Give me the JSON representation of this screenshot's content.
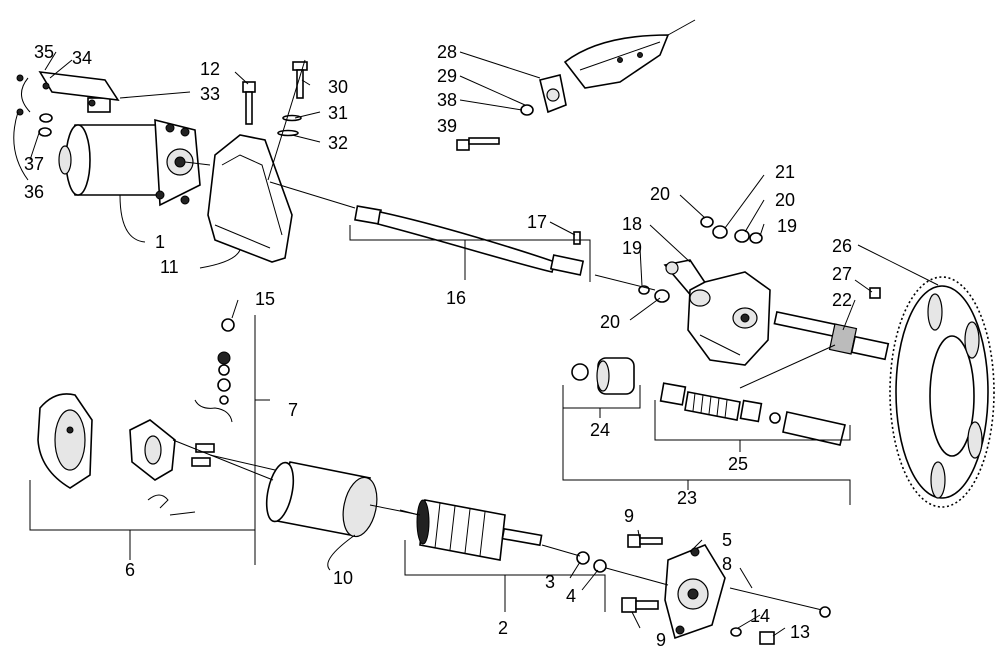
{
  "callouts": [
    {
      "id": "c35",
      "text": "35"
    },
    {
      "id": "c34",
      "text": "34"
    },
    {
      "id": "c33",
      "text": "33"
    },
    {
      "id": "c12",
      "text": "12"
    },
    {
      "id": "c30",
      "text": "30"
    },
    {
      "id": "c31",
      "text": "31"
    },
    {
      "id": "c32",
      "text": "32"
    },
    {
      "id": "c28",
      "text": "28"
    },
    {
      "id": "c29",
      "text": "29"
    },
    {
      "id": "c38",
      "text": "38"
    },
    {
      "id": "c39",
      "text": "39"
    },
    {
      "id": "c37",
      "text": "37"
    },
    {
      "id": "c36",
      "text": "36"
    },
    {
      "id": "c1",
      "text": "1"
    },
    {
      "id": "c11",
      "text": "11"
    },
    {
      "id": "c16",
      "text": "16"
    },
    {
      "id": "c17",
      "text": "17"
    },
    {
      "id": "c21",
      "text": "21"
    },
    {
      "id": "c20a",
      "text": "20"
    },
    {
      "id": "c20b",
      "text": "20"
    },
    {
      "id": "c18",
      "text": "18"
    },
    {
      "id": "c19a",
      "text": "19"
    },
    {
      "id": "c19b",
      "text": "19"
    },
    {
      "id": "c20c",
      "text": "20"
    },
    {
      "id": "c26",
      "text": "26"
    },
    {
      "id": "c27",
      "text": "27"
    },
    {
      "id": "c22",
      "text": "22"
    },
    {
      "id": "c15",
      "text": "15"
    },
    {
      "id": "c7",
      "text": "7"
    },
    {
      "id": "c24",
      "text": "24"
    },
    {
      "id": "c25",
      "text": "25"
    },
    {
      "id": "c23",
      "text": "23"
    },
    {
      "id": "c6",
      "text": "6"
    },
    {
      "id": "c10",
      "text": "10"
    },
    {
      "id": "c9a",
      "text": "9"
    },
    {
      "id": "c5",
      "text": "5"
    },
    {
      "id": "c8",
      "text": "8"
    },
    {
      "id": "c3",
      "text": "3"
    },
    {
      "id": "c4",
      "text": "4"
    },
    {
      "id": "c2",
      "text": "2"
    },
    {
      "id": "c14",
      "text": "14"
    },
    {
      "id": "c9b",
      "text": "9"
    },
    {
      "id": "c13",
      "text": "13"
    }
  ]
}
